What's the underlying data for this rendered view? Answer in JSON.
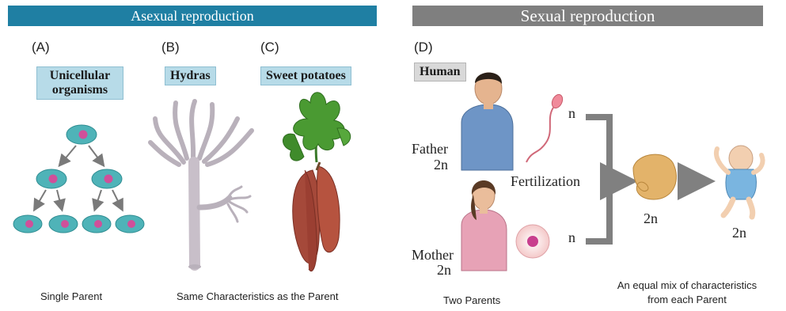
{
  "banners": {
    "asexual": "Asexual reproduction",
    "sexual": "Sexual reproduction"
  },
  "panels": {
    "a": {
      "letter": "(A)",
      "title": "Unicellular organisms"
    },
    "b": {
      "letter": "(B)",
      "title": "Hydras"
    },
    "c": {
      "letter": "(C)",
      "title": "Sweet potatoes"
    },
    "d": {
      "letter": "(D)",
      "title": "Human"
    }
  },
  "labels": {
    "father": "Father",
    "father_ploidy": "2n",
    "mother": "Mother",
    "mother_ploidy": "2n",
    "n_top": "n",
    "n_bottom": "n",
    "fertilization": "Fertilization",
    "embryo_ploidy": "2n",
    "baby_ploidy": "2n"
  },
  "captions": {
    "single_parent": "Single Parent",
    "same_characteristics": "Same Characteristics as the Parent",
    "two_parents": "Two Parents",
    "equal_mix_line1": "An equal mix of characteristics",
    "equal_mix_line2": "from each Parent"
  },
  "colors": {
    "asexual_banner": "#1f7fa3",
    "sexual_banner": "#7f7f7f",
    "tag_blue": "#b7dbe8",
    "cell": "#4fb3b8",
    "nucleus": "#d0509a",
    "arrow": "#7a7a7a"
  }
}
